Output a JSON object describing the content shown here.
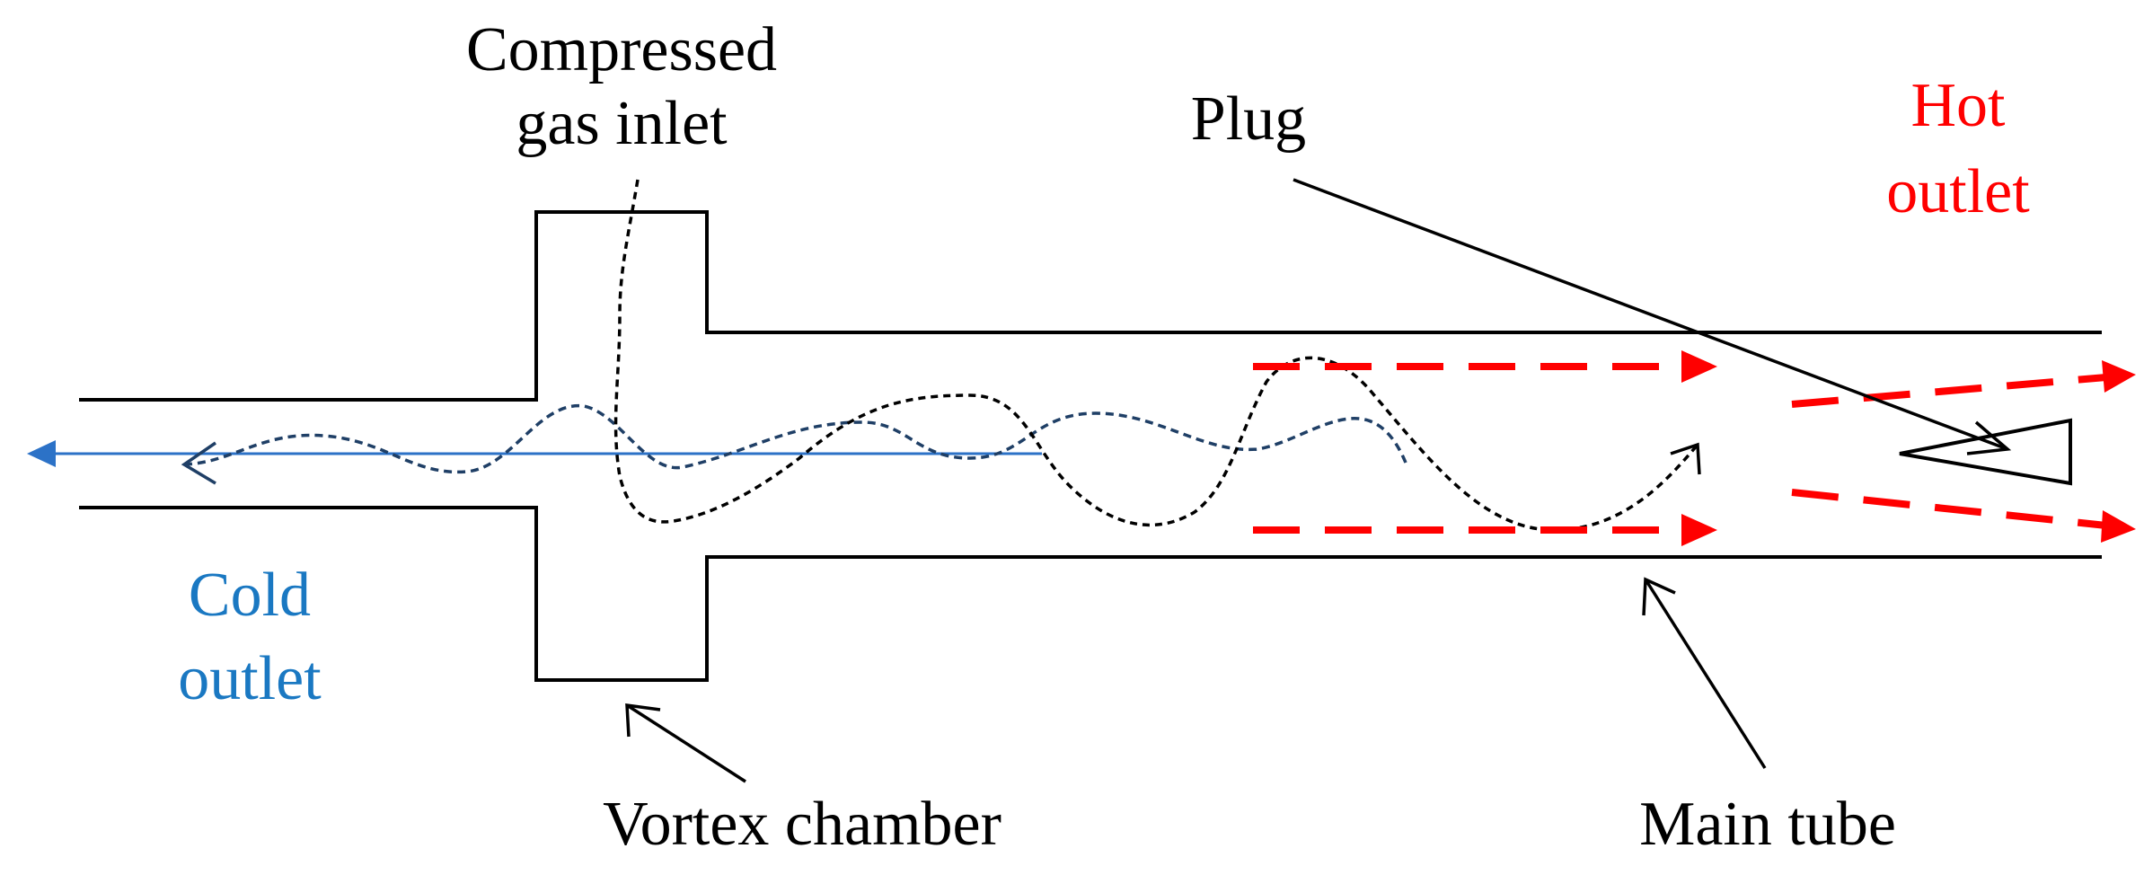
{
  "labels": {
    "compressed_gas_inlet_line1": "Compressed",
    "compressed_gas_inlet_line2": "gas inlet",
    "plug": "Plug",
    "hot_outlet_line1": "Hot",
    "hot_outlet_line2": "outlet",
    "cold_outlet_line1": "Cold",
    "cold_outlet_line2": "outlet",
    "vortex_chamber": "Vortex chamber",
    "main_tube": "Main tube"
  },
  "colors": {
    "outline": "#000000",
    "hot": "#ff0000",
    "cold_text": "#1a78c2",
    "cold_arrow": "#2c72c7",
    "cold_swirl": "#1f3f66",
    "inlet_swirl": "#000000"
  }
}
